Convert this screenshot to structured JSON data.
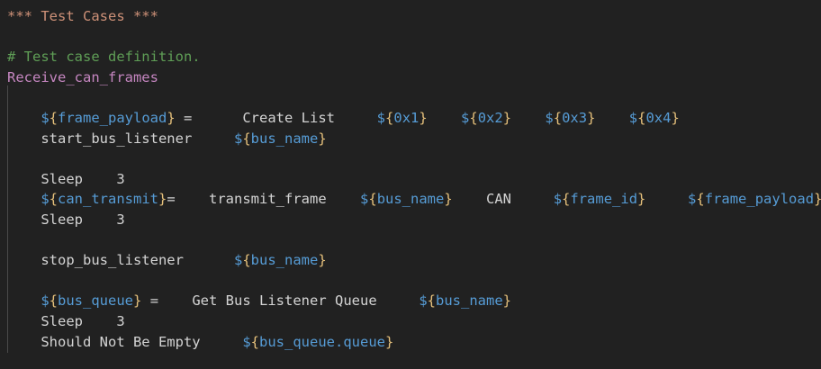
{
  "editor": {
    "kind": "code-editor",
    "language": "robot-framework",
    "background_color": "#212121",
    "default_text_color": "#d4d4d4",
    "indent_guide_color": "#4a4a4a",
    "colors": {
      "section_header": "#ce9178",
      "comment": "#5f9e56",
      "test_case_name": "#c586c0",
      "variable_sigil": "#569cd6",
      "variable_brace": "#e5c07b",
      "variable_name": "#569cd6",
      "keyword_plain": "#d4d4d4"
    }
  },
  "lines": [
    {
      "n": 1,
      "text": "*** Test Cases ***",
      "tokens": [
        {
          "t": "*** Test Cases ***",
          "c": "tok-section"
        }
      ]
    },
    {
      "n": 2,
      "text": "",
      "tokens": []
    },
    {
      "n": 3,
      "text": "# Test case definition.",
      "tokens": [
        {
          "t": "# Test case definition.",
          "c": "tok-comment"
        }
      ]
    },
    {
      "n": 4,
      "text": "Receive_can_frames",
      "tokens": [
        {
          "t": "Receive_can_frames",
          "c": "tok-testname"
        }
      ]
    },
    {
      "n": 5,
      "text": "",
      "tokens": []
    },
    {
      "n": 6,
      "text": "    ${frame_payload} =    Create List    ${0x1}    ${0x2}    ${0x3}    ${0x4}",
      "tokens": [
        {
          "t": "    ",
          "c": "tok-plain"
        },
        {
          "t": "$",
          "c": "tok-dollar"
        },
        {
          "t": "{",
          "c": "tok-brace"
        },
        {
          "t": "frame_payload",
          "c": "tok-var"
        },
        {
          "t": "}",
          "c": "tok-brace"
        },
        {
          "t": " = ",
          "c": "tok-eq"
        },
        {
          "t": "     Create List",
          "c": "tok-plain"
        },
        {
          "t": "     ",
          "c": "tok-plain"
        },
        {
          "t": "$",
          "c": "tok-dollar"
        },
        {
          "t": "{",
          "c": "tok-brace"
        },
        {
          "t": "0x1",
          "c": "tok-var"
        },
        {
          "t": "}",
          "c": "tok-brace"
        },
        {
          "t": "    ",
          "c": "tok-plain"
        },
        {
          "t": "$",
          "c": "tok-dollar"
        },
        {
          "t": "{",
          "c": "tok-brace"
        },
        {
          "t": "0x2",
          "c": "tok-var"
        },
        {
          "t": "}",
          "c": "tok-brace"
        },
        {
          "t": "    ",
          "c": "tok-plain"
        },
        {
          "t": "$",
          "c": "tok-dollar"
        },
        {
          "t": "{",
          "c": "tok-brace"
        },
        {
          "t": "0x3",
          "c": "tok-var"
        },
        {
          "t": "}",
          "c": "tok-brace"
        },
        {
          "t": "    ",
          "c": "tok-plain"
        },
        {
          "t": "$",
          "c": "tok-dollar"
        },
        {
          "t": "{",
          "c": "tok-brace"
        },
        {
          "t": "0x4",
          "c": "tok-var"
        },
        {
          "t": "}",
          "c": "tok-brace"
        }
      ]
    },
    {
      "n": 7,
      "text": "    start_bus_listener    ${bus_name}",
      "tokens": [
        {
          "t": "    start_bus_listener",
          "c": "tok-plain"
        },
        {
          "t": "     ",
          "c": "tok-plain"
        },
        {
          "t": "$",
          "c": "tok-dollar"
        },
        {
          "t": "{",
          "c": "tok-brace"
        },
        {
          "t": "bus_name",
          "c": "tok-var"
        },
        {
          "t": "}",
          "c": "tok-brace"
        }
      ]
    },
    {
      "n": 8,
      "text": "",
      "tokens": []
    },
    {
      "n": 9,
      "text": "    Sleep    3",
      "tokens": [
        {
          "t": "    Sleep    3",
          "c": "tok-plain"
        }
      ]
    },
    {
      "n": 10,
      "text": "    ${can_transmit}=    transmit_frame    ${bus_name}    CAN    ${frame_id}    ${frame_payload}",
      "tokens": [
        {
          "t": "    ",
          "c": "tok-plain"
        },
        {
          "t": "$",
          "c": "tok-dollar"
        },
        {
          "t": "{",
          "c": "tok-brace"
        },
        {
          "t": "can_transmit",
          "c": "tok-var"
        },
        {
          "t": "}",
          "c": "tok-brace"
        },
        {
          "t": "=",
          "c": "tok-eq"
        },
        {
          "t": "    transmit_frame",
          "c": "tok-plain"
        },
        {
          "t": "    ",
          "c": "tok-plain"
        },
        {
          "t": "$",
          "c": "tok-dollar"
        },
        {
          "t": "{",
          "c": "tok-brace"
        },
        {
          "t": "bus_name",
          "c": "tok-var"
        },
        {
          "t": "}",
          "c": "tok-brace"
        },
        {
          "t": "    CAN",
          "c": "tok-plain"
        },
        {
          "t": "     ",
          "c": "tok-plain"
        },
        {
          "t": "$",
          "c": "tok-dollar"
        },
        {
          "t": "{",
          "c": "tok-brace"
        },
        {
          "t": "frame_id",
          "c": "tok-var"
        },
        {
          "t": "}",
          "c": "tok-brace"
        },
        {
          "t": "     ",
          "c": "tok-plain"
        },
        {
          "t": "$",
          "c": "tok-dollar"
        },
        {
          "t": "{",
          "c": "tok-brace"
        },
        {
          "t": "frame_payload",
          "c": "tok-var"
        },
        {
          "t": "}",
          "c": "tok-brace"
        }
      ]
    },
    {
      "n": 11,
      "text": "    Sleep    3",
      "tokens": [
        {
          "t": "    Sleep    3",
          "c": "tok-plain"
        }
      ]
    },
    {
      "n": 12,
      "text": "",
      "tokens": []
    },
    {
      "n": 13,
      "text": "    stop_bus_listener     ${bus_name}",
      "tokens": [
        {
          "t": "    stop_bus_listener",
          "c": "tok-plain"
        },
        {
          "t": "      ",
          "c": "tok-plain"
        },
        {
          "t": "$",
          "c": "tok-dollar"
        },
        {
          "t": "{",
          "c": "tok-brace"
        },
        {
          "t": "bus_name",
          "c": "tok-var"
        },
        {
          "t": "}",
          "c": "tok-brace"
        }
      ]
    },
    {
      "n": 14,
      "text": "",
      "tokens": []
    },
    {
      "n": 15,
      "text": "    ${bus_queue} =    Get Bus Listener Queue    ${bus_name}",
      "tokens": [
        {
          "t": "    ",
          "c": "tok-plain"
        },
        {
          "t": "$",
          "c": "tok-dollar"
        },
        {
          "t": "{",
          "c": "tok-brace"
        },
        {
          "t": "bus_queue",
          "c": "tok-var"
        },
        {
          "t": "}",
          "c": "tok-brace"
        },
        {
          "t": " = ",
          "c": "tok-eq"
        },
        {
          "t": "   Get Bus Listener Queue",
          "c": "tok-plain"
        },
        {
          "t": "     ",
          "c": "tok-plain"
        },
        {
          "t": "$",
          "c": "tok-dollar"
        },
        {
          "t": "{",
          "c": "tok-brace"
        },
        {
          "t": "bus_name",
          "c": "tok-var"
        },
        {
          "t": "}",
          "c": "tok-brace"
        }
      ]
    },
    {
      "n": 16,
      "text": "    Sleep    3",
      "tokens": [
        {
          "t": "    Sleep    3",
          "c": "tok-plain"
        }
      ]
    },
    {
      "n": 17,
      "text": "    Should Not Be Empty    ${bus_queue.queue}",
      "tokens": [
        {
          "t": "    Should Not Be Empty",
          "c": "tok-plain"
        },
        {
          "t": "     ",
          "c": "tok-plain"
        },
        {
          "t": "$",
          "c": "tok-dollar"
        },
        {
          "t": "{",
          "c": "tok-brace"
        },
        {
          "t": "bus_queue.queue",
          "c": "tok-var"
        },
        {
          "t": "}",
          "c": "tok-brace"
        }
      ]
    }
  ]
}
